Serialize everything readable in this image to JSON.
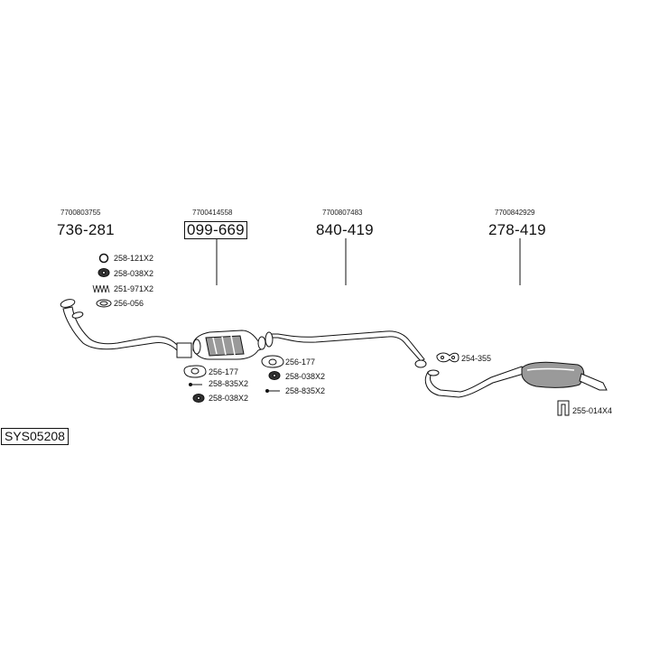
{
  "system_code": "SYS05208",
  "groups": [
    {
      "oem": "7700803755",
      "part": "736-281",
      "boxed": false
    },
    {
      "oem": "7700414558",
      "part": "099-669",
      "boxed": true
    },
    {
      "oem": "7700807483",
      "part": "840-419",
      "boxed": false
    },
    {
      "oem": "7700842929",
      "part": "278-419",
      "boxed": false
    }
  ],
  "accessories": {
    "front": [
      "258-121X2",
      "258-038X2",
      "251-971X2",
      "256-056"
    ],
    "cat_left": [
      "256-177",
      "258-835X2",
      "258-038X2"
    ],
    "cat_right": [
      "256-177",
      "258-038X2",
      "258-835X2"
    ],
    "rear_clamp": "254-355",
    "rear_hanger": "255-014X4"
  },
  "icons": {
    "ring": "ring-icon",
    "rubber_mount": "rubber-mount-icon",
    "spring": "spring-icon",
    "gasket": "gasket-icon",
    "bolt": "bolt-icon",
    "clamp": "clamp-icon",
    "hanger": "hanger-icon"
  },
  "colors": {
    "line": "#111111",
    "fill": "#ffffff",
    "shade": "#9a9a9a"
  }
}
